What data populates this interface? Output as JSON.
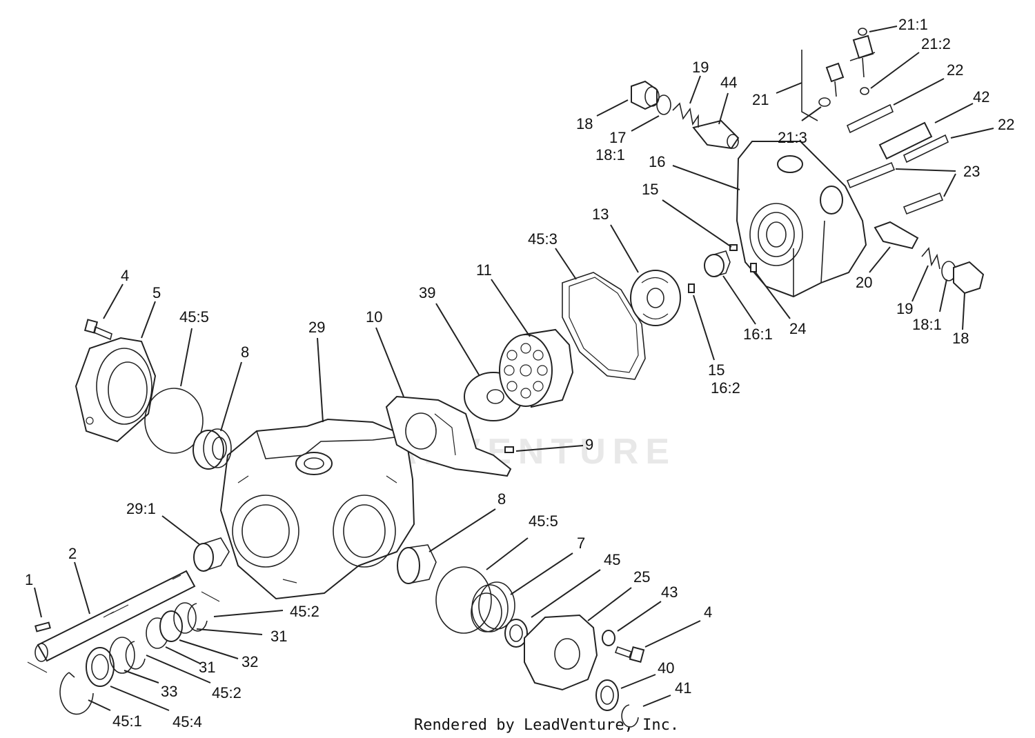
{
  "watermark": "LEADVENTURE",
  "credit": "Rendered by LeadVenture, Inc.",
  "callouts": [
    {
      "label": "1"
    },
    {
      "label": "2"
    },
    {
      "label": "29:1"
    },
    {
      "label": "4"
    },
    {
      "label": "5"
    },
    {
      "label": "45:5"
    },
    {
      "label": "8"
    },
    {
      "label": "29"
    },
    {
      "label": "10"
    },
    {
      "label": "39"
    },
    {
      "label": "11"
    },
    {
      "label": "45:3"
    },
    {
      "label": "13"
    },
    {
      "label": "15"
    },
    {
      "label": "16"
    },
    {
      "label": "18"
    },
    {
      "label": "17"
    },
    {
      "label": "18:1"
    },
    {
      "label": "19"
    },
    {
      "label": "44"
    },
    {
      "label": "21"
    },
    {
      "label": "21:3"
    },
    {
      "label": "21:1"
    },
    {
      "label": "21:2"
    },
    {
      "label": "22"
    },
    {
      "label": "42"
    },
    {
      "label": "22"
    },
    {
      "label": "23"
    },
    {
      "label": "20"
    },
    {
      "label": "19"
    },
    {
      "label": "18:1"
    },
    {
      "label": "18"
    },
    {
      "label": "24"
    },
    {
      "label": "16:1"
    },
    {
      "label": "15"
    },
    {
      "label": "16:2"
    },
    {
      "label": "9"
    },
    {
      "label": "8"
    },
    {
      "label": "45:5"
    },
    {
      "label": "7"
    },
    {
      "label": "45"
    },
    {
      "label": "25"
    },
    {
      "label": "43"
    },
    {
      "label": "4"
    },
    {
      "label": "40"
    },
    {
      "label": "41"
    },
    {
      "label": "45:2"
    },
    {
      "label": "31"
    },
    {
      "label": "32"
    },
    {
      "label": "31"
    },
    {
      "label": "45:2"
    },
    {
      "label": "33"
    },
    {
      "label": "45:1"
    },
    {
      "label": "45:4"
    }
  ]
}
